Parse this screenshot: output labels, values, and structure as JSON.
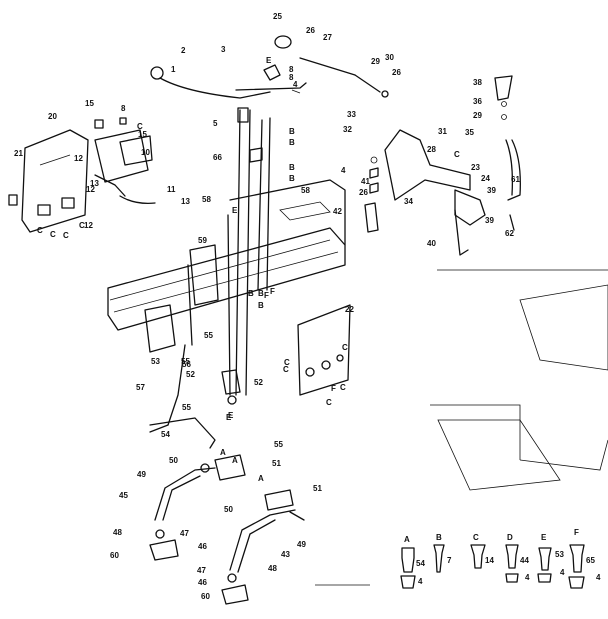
{
  "callouts": [
    {
      "text": "1"
    },
    {
      "text": "2"
    },
    {
      "text": "3"
    },
    {
      "text": "25"
    },
    {
      "text": "26"
    },
    {
      "text": "27"
    },
    {
      "text": "E"
    },
    {
      "text": "8"
    },
    {
      "text": "8"
    },
    {
      "text": "4"
    },
    {
      "text": "29"
    },
    {
      "text": "30"
    },
    {
      "text": "26"
    },
    {
      "text": "38"
    },
    {
      "text": "36"
    },
    {
      "text": "29"
    },
    {
      "text": "33"
    },
    {
      "text": "32"
    },
    {
      "text": "31"
    },
    {
      "text": "35"
    },
    {
      "text": "28"
    },
    {
      "text": "C"
    },
    {
      "text": "23"
    },
    {
      "text": "24"
    },
    {
      "text": "61"
    },
    {
      "text": "39"
    },
    {
      "text": "41"
    },
    {
      "text": "4"
    },
    {
      "text": "26"
    },
    {
      "text": "34"
    },
    {
      "text": "39"
    },
    {
      "text": "42"
    },
    {
      "text": "40"
    },
    {
      "text": "62"
    },
    {
      "text": "5"
    },
    {
      "text": "B"
    },
    {
      "text": "B"
    },
    {
      "text": "66"
    },
    {
      "text": "B"
    },
    {
      "text": "B"
    },
    {
      "text": "58"
    },
    {
      "text": "58"
    },
    {
      "text": "E"
    },
    {
      "text": "59"
    },
    {
      "text": "15"
    },
    {
      "text": "8"
    },
    {
      "text": "C"
    },
    {
      "text": "15"
    },
    {
      "text": "20"
    },
    {
      "text": "10"
    },
    {
      "text": "12"
    },
    {
      "text": "21"
    },
    {
      "text": "13"
    },
    {
      "text": "11"
    },
    {
      "text": "13"
    },
    {
      "text": "12"
    },
    {
      "text": "12"
    },
    {
      "text": "C"
    },
    {
      "text": "C"
    },
    {
      "text": "C"
    },
    {
      "text": "C"
    },
    {
      "text": "22"
    },
    {
      "text": "C"
    },
    {
      "text": "C"
    },
    {
      "text": "C"
    },
    {
      "text": "C"
    },
    {
      "text": "B"
    },
    {
      "text": "B"
    },
    {
      "text": "F"
    },
    {
      "text": "55"
    },
    {
      "text": "56"
    },
    {
      "text": "55"
    },
    {
      "text": "52"
    },
    {
      "text": "52"
    },
    {
      "text": "57"
    },
    {
      "text": "E"
    },
    {
      "text": "53"
    },
    {
      "text": "55"
    },
    {
      "text": "54"
    },
    {
      "text": "55"
    },
    {
      "text": "50"
    },
    {
      "text": "A"
    },
    {
      "text": "A"
    },
    {
      "text": "51"
    },
    {
      "text": "49"
    },
    {
      "text": "45"
    },
    {
      "text": "A"
    },
    {
      "text": "51"
    },
    {
      "text": "50"
    },
    {
      "text": "48"
    },
    {
      "text": "47"
    },
    {
      "text": "46"
    },
    {
      "text": "60"
    },
    {
      "text": "49"
    },
    {
      "text": "43"
    },
    {
      "text": "47"
    },
    {
      "text": "48"
    },
    {
      "text": "46"
    },
    {
      "text": "60"
    },
    {
      "text": "E"
    },
    {
      "text": "C"
    },
    {
      "text": "B"
    },
    {
      "text": "F"
    },
    {
      "text": "F"
    },
    {
      "text": "A"
    },
    {
      "text": "B"
    },
    {
      "text": "C"
    },
    {
      "text": "D"
    },
    {
      "text": "E"
    },
    {
      "text": "F"
    },
    {
      "text": "54"
    },
    {
      "text": "7"
    },
    {
      "text": "14"
    },
    {
      "text": "44"
    },
    {
      "text": "53"
    },
    {
      "text": "65"
    },
    {
      "text": "4"
    },
    {
      "text": "4"
    },
    {
      "text": "4"
    },
    {
      "text": "4"
    }
  ]
}
